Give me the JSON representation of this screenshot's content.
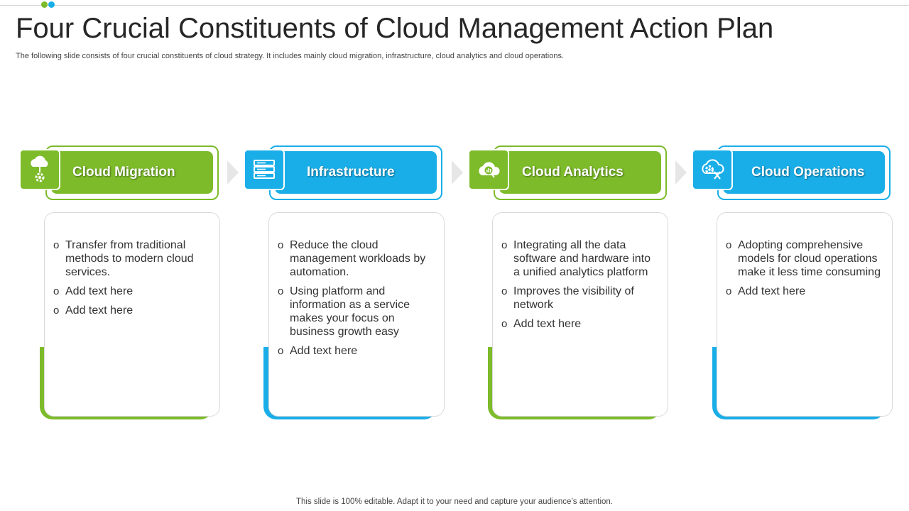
{
  "slide": {
    "title": "Four Crucial Constituents of Cloud Management Action Plan",
    "subtitle": "The following slide consists of four crucial constituents of cloud strategy. It includes mainly cloud migration, infrastructure, cloud analytics and cloud operations.",
    "footer": "This slide is 100% editable. Adapt it to your need and capture your audience’s attention."
  },
  "colors": {
    "green": "#7dbb2a",
    "blue": "#1aaee8"
  },
  "bullet_glyph": "o",
  "sections": [
    {
      "heading": "Cloud Migration",
      "icon": "cloud-gear-icon",
      "color": "#7dbb2a",
      "points": [
        "Transfer from traditional methods to modern cloud services.",
        "Add text here",
        "Add text here"
      ]
    },
    {
      "heading": "Infrastructure",
      "icon": "server-icon",
      "color": "#1aaee8",
      "points": [
        "Reduce the cloud management workloads by automation.",
        "Using platform and information as a service makes your focus on business growth easy",
        "Add text here"
      ]
    },
    {
      "heading": "Cloud Analytics",
      "icon": "cloud-chart-icon",
      "color": "#7dbb2a",
      "points": [
        "Integrating all the data software and hardware into a unified analytics platform",
        "Improves the visibility of network",
        "Add text here"
      ]
    },
    {
      "heading": "Cloud Operations",
      "icon": "cloud-tools-icon",
      "color": "#1aaee8",
      "points": [
        "Adopting comprehensive models for cloud operations make it less time consuming",
        "Add text here"
      ]
    }
  ]
}
